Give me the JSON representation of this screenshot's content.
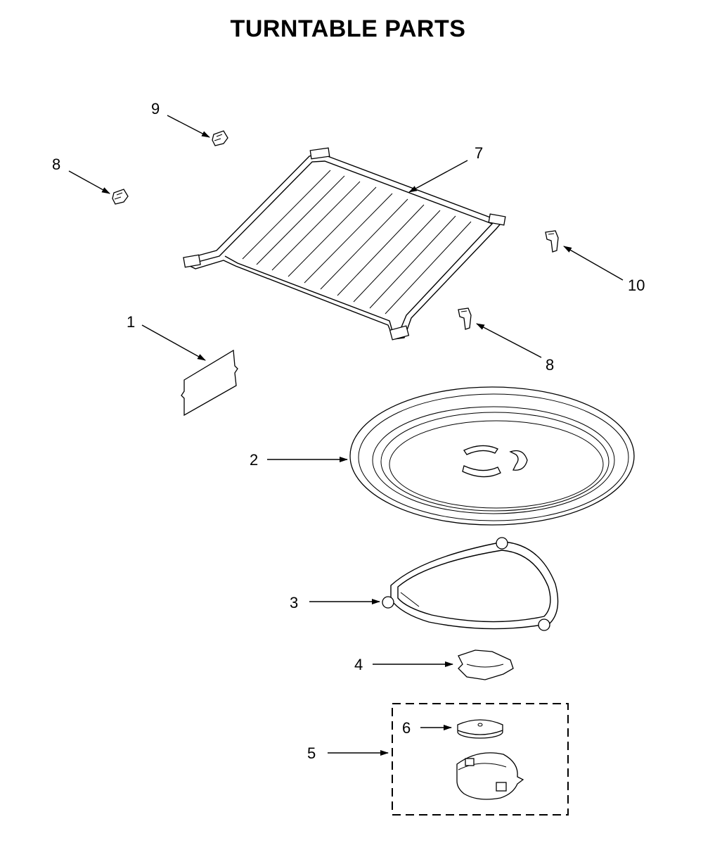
{
  "title": "TURNTABLE PARTS",
  "callouts": {
    "c1": "1",
    "c2": "2",
    "c3": "3",
    "c4": "4",
    "c5": "5",
    "c6": "6",
    "c7": "7",
    "c8a": "8",
    "c8b": "8",
    "c9": "9",
    "c10": "10"
  }
}
